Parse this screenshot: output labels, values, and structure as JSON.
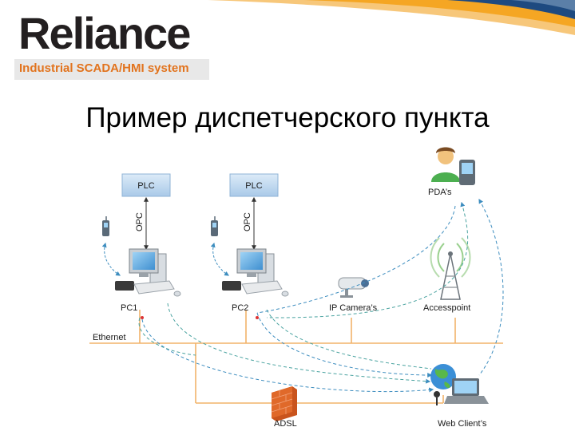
{
  "logo": {
    "brand": "Reliance",
    "subtitle": "Industrial SCADA/HMI system"
  },
  "title": "Пример диспетчерского пункта",
  "labels": {
    "plc": "PLC",
    "opc": "OPC",
    "pc1": "PC1",
    "pc2": "PC2",
    "ip_camera": "IP Camera’s",
    "accesspoint": "Accesspoint",
    "pda": "PDA’s",
    "ethernet": "Ethernet",
    "adsl": "ADSL",
    "web_client": "Web Client’s"
  },
  "colors": {
    "ethernet_line": "#f2b36a",
    "link_arrow": "#3d8dbf",
    "plc_box": "#b9d5ee",
    "logo_text": "#231f20",
    "logo_subtitle": "#e2731d",
    "swoosh_blue": "#1e4a80",
    "swoosh_orange": "#f5a623"
  }
}
